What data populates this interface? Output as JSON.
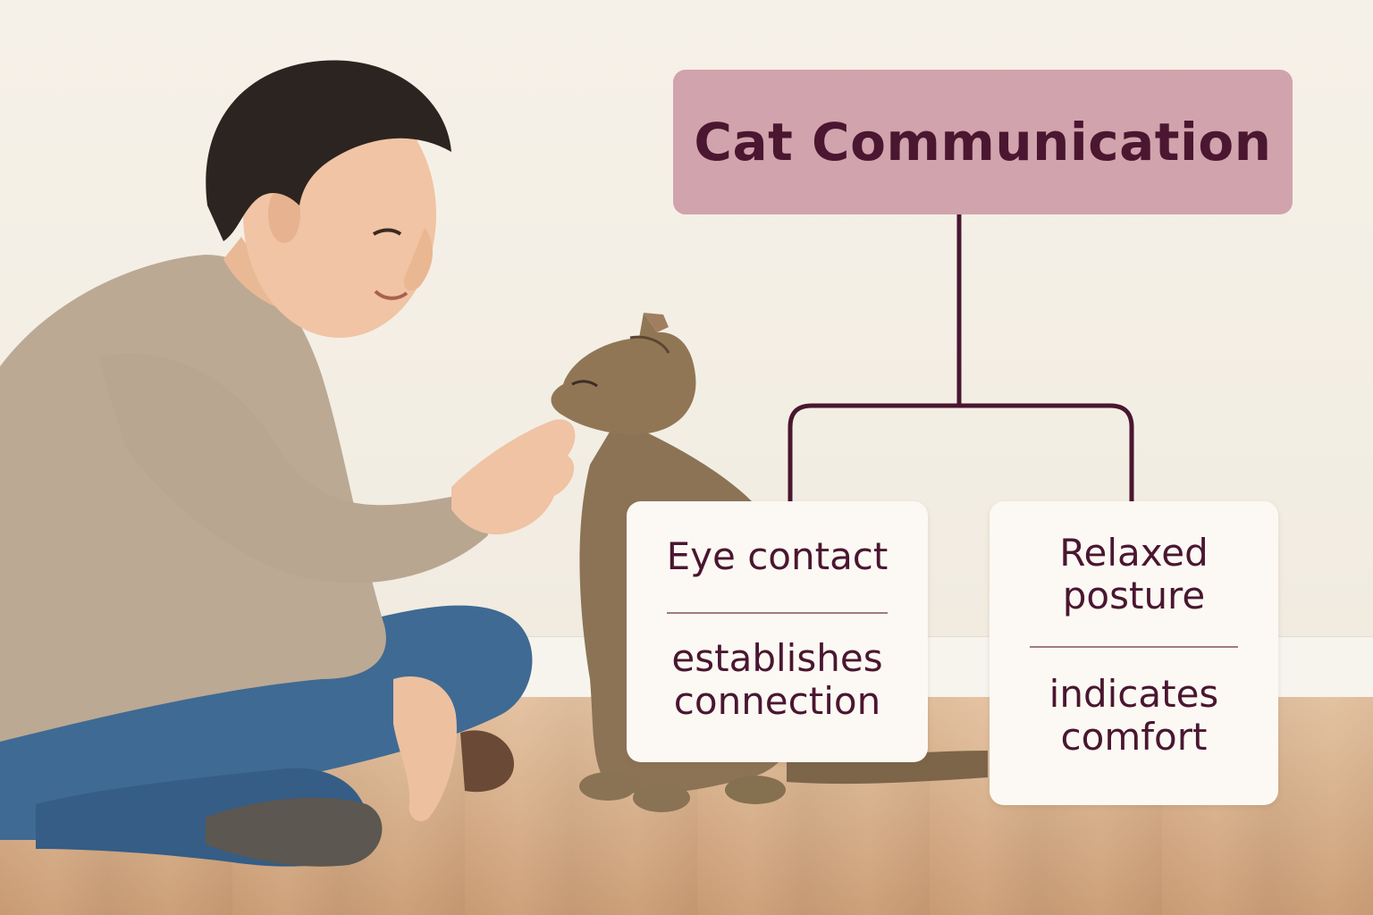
{
  "diagram": {
    "title": "Cat Communication",
    "cards": [
      {
        "heading": "Eye contact",
        "description": "establishes connection"
      },
      {
        "heading": "Relaxed posture",
        "description": "indicates comfort"
      }
    ]
  },
  "colors": {
    "title_fill": "#d1a3ac",
    "text": "#4a1630",
    "connector": "#4a1630",
    "card_fill": "#fcf9f4",
    "divider": "#a07a86"
  },
  "photo": {
    "subjects": [
      "person",
      "cat"
    ]
  }
}
